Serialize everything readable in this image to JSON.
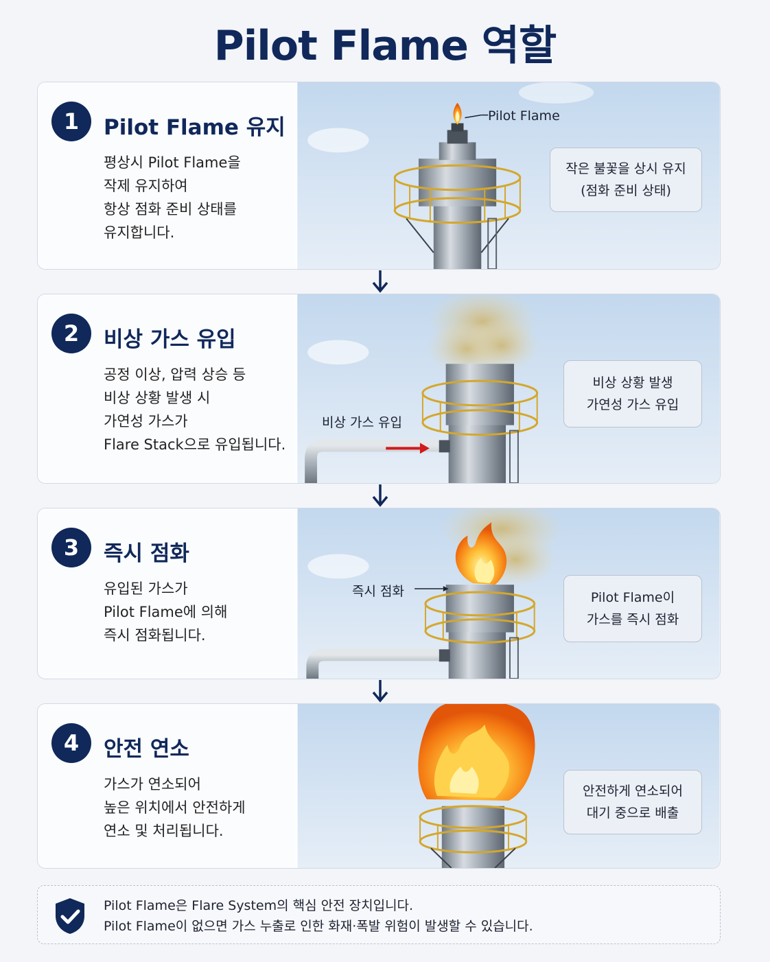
{
  "title": "Pilot Flame 역할",
  "steps": [
    {
      "number": "1",
      "title": "Pilot Flame 유지",
      "description": "평상시 Pilot Flame을\n작제 유지하여\n항상 점화 준비 상태를\n유지합니다.",
      "callout": "작은 불꽃을 상시 유지\n(점화 준비 상태)",
      "tag": "Pilot Flame"
    },
    {
      "number": "2",
      "title": "비상 가스 유입",
      "description": "공정 이상, 압력 상승 등\n비상 상황 발생 시\n가연성 가스가\nFlare Stack으로 유입됩니다.",
      "callout": "비상 상황 발생\n가연성 가스 유입",
      "tag": "비상 가스 유입"
    },
    {
      "number": "3",
      "title": "즉시 점화",
      "description": "유입된 가스가\nPilot Flame에 의해\n즉시 점화됩니다.",
      "callout": "Pilot Flame이\n가스를 즉시 점화",
      "tag": "즉시 점화"
    },
    {
      "number": "4",
      "title": "안전 연소",
      "description": "가스가 연소되어\n높은 위치에서 안전하게\n연소 및 처리됩니다.",
      "callout": "안전하게 연소되어\n대기 중으로 배출",
      "tag": ""
    }
  ],
  "footer": {
    "line1": "Pilot Flame은 Flare System의 핵심 안전 장치입니다.",
    "line2": "Pilot Flame이 없으면 가스 누출로 인한 화재·폭발 위험이 발생할 수 있습니다.",
    "icon": "shield-check-icon"
  },
  "colors": {
    "navy": "#10285a",
    "sky": "#cfe0f0",
    "steel": "#9aa3ad",
    "railing": "#d4a72c",
    "flame": "#f7931e",
    "smoke": "#d8c89a",
    "pipe_arrow": "#d11a1a"
  }
}
